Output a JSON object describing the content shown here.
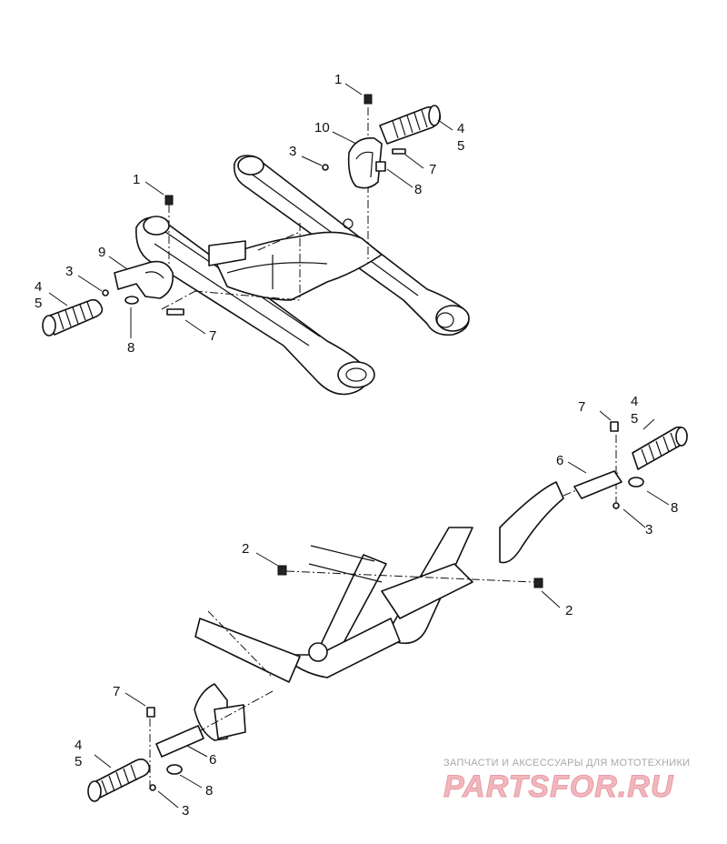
{
  "callouts": {
    "c1a": "1",
    "c10": "10",
    "c3a": "3",
    "c4a": "4",
    "c5a": "5",
    "c7a": "7",
    "c8a": "8",
    "c1b": "1",
    "c9": "9",
    "c3b": "3",
    "c4b": "4",
    "c5b": "5",
    "c7b": "7",
    "c8b": "8",
    "c7c": "7",
    "c4c": "4",
    "c5c": "5",
    "c6a": "6",
    "c8c": "8",
    "c3c": "3",
    "c2a": "2",
    "c2b": "2",
    "c7d": "7",
    "c4d": "4",
    "c5d": "5",
    "c6b": "6",
    "c8d": "8",
    "c3d": "3"
  },
  "watermark": {
    "tagline": "ЗАПЧАСТИ И АКСЕССУАРЫ ДЛЯ МОТОТЕХНИКИ",
    "logo": "PARTSFOR.RU"
  }
}
